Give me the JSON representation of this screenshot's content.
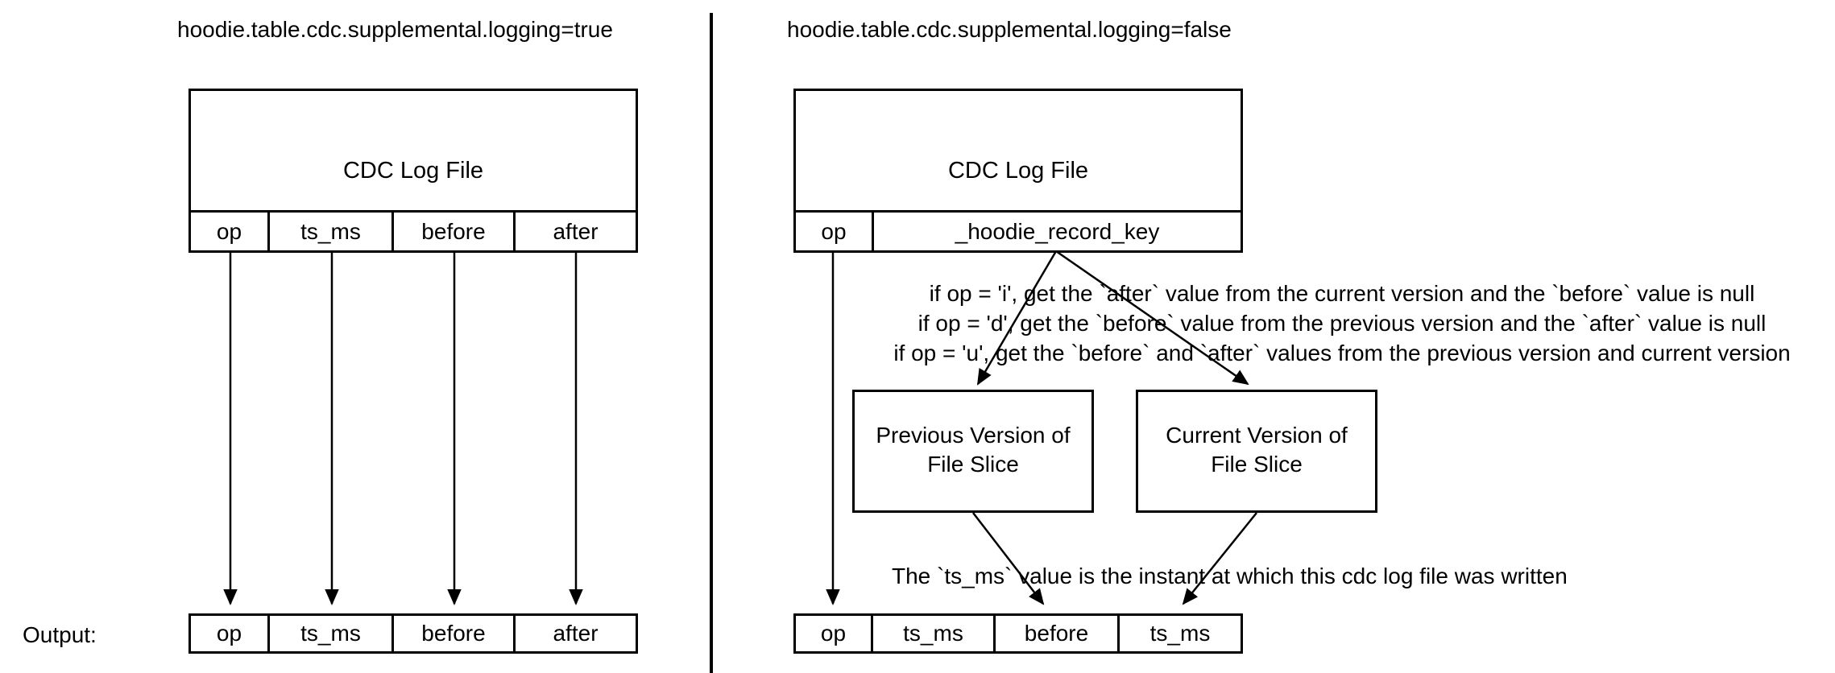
{
  "colors": {
    "background": "#ffffff",
    "line": "#000000",
    "text": "#000000"
  },
  "left_panel": {
    "title": "hoodie.table.cdc.supplemental.logging=true",
    "cdc_box": {
      "title": "CDC Log File",
      "columns": [
        "op",
        "ts_ms",
        "before",
        "after"
      ]
    },
    "output_label": "Output:",
    "output_columns": [
      "op",
      "ts_ms",
      "before",
      "after"
    ]
  },
  "right_panel": {
    "title": "hoodie.table.cdc.supplemental.logging=false",
    "cdc_box": {
      "title": "CDC Log File",
      "columns": [
        "op",
        "_hoodie_record_key"
      ]
    },
    "op_rules": [
      "if op = 'i', get the `after` value from the current version and the `before` value is null",
      "if op = 'd', get the `before` value from the previous version  and the `after` value is null",
      "if op = 'u', get the `before` and `after` values from the previous version and current version"
    ],
    "previous_box": {
      "line1": "Previous Version of",
      "line2": "File Slice"
    },
    "current_box": {
      "line1": "Current Version of",
      "line2": "File Slice"
    },
    "ts_note": "The `ts_ms` value is the instant at which this cdc log file was written",
    "output_columns": [
      "op",
      "ts_ms",
      "before",
      "ts_ms"
    ]
  }
}
